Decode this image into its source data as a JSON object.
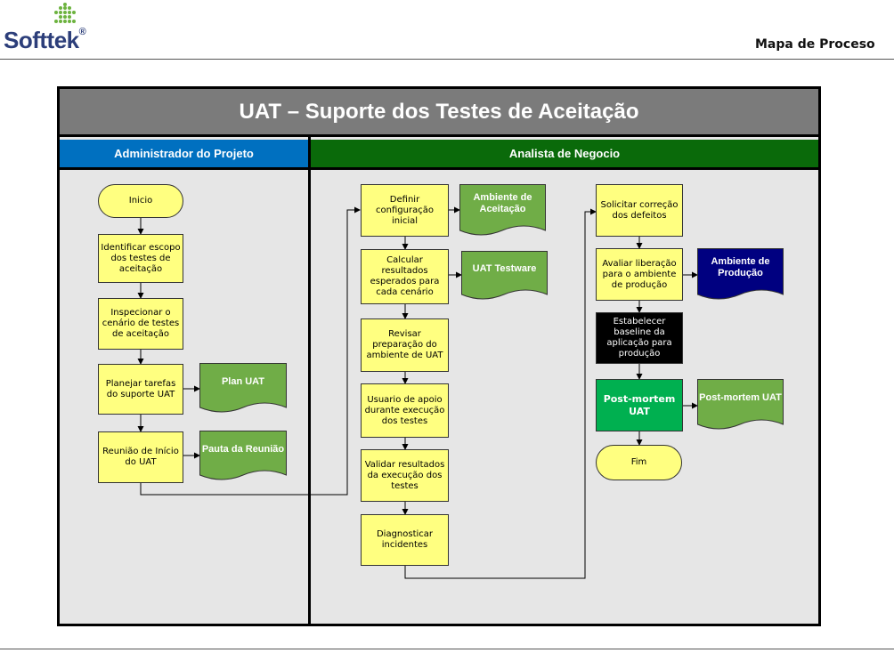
{
  "header": {
    "logo_text": "Softtek",
    "logo_mark": "®",
    "document_title": "Mapa de Proceso"
  },
  "diagram": {
    "title": "UAT – Suporte dos Testes de Aceitação",
    "lanes": {
      "admin": "Administrador do Projeto",
      "analyst": "Analista de Negocio"
    },
    "nodes": {
      "inicio": "Inicio",
      "identificar": "Identificar escopo dos testes de aceitação",
      "inspecionar": "Inspecionar o cenário de testes de aceitação",
      "planejar": "Planejar tarefas do suporte UAT",
      "reuniao": "Reunião de Início do UAT",
      "definir": "Definir configuração inicial",
      "calcular": "Calcular resultados esperados para cada cenário",
      "revisar": "Revisar preparação do ambiente de UAT",
      "usuario": "Usuario de apoio durante execução dos testes",
      "validar": "Validar resultados da execução dos testes",
      "diagnosticar": "Diagnosticar incidentes",
      "solicitar": "Solicitar correção dos defeitos",
      "avaliar": "Avaliar liberação para o ambiente de produção",
      "estabelecer": "Estabelecer baseline da aplicação para produção",
      "postmortem": "Post-mortem UAT",
      "fim": "Fim"
    },
    "documents": {
      "plan_uat": "Plan UAT",
      "pauta": "Pauta da Reunião",
      "ambiente_aceitacao": "Ambiente de Aceitação",
      "uat_testware": "UAT Testware",
      "ambiente_producao": "Ambiente de Produção",
      "postmortem_doc": "Post-mortem UAT"
    },
    "colors": {
      "process_box": "#ffff80",
      "document_green": "#70ad47",
      "document_navy": "#000080",
      "admin_lane": "#0070c0",
      "analyst_lane": "#0a6a0a",
      "title_bar": "#7b7b7b",
      "postmortem_box": "#00b050"
    }
  }
}
